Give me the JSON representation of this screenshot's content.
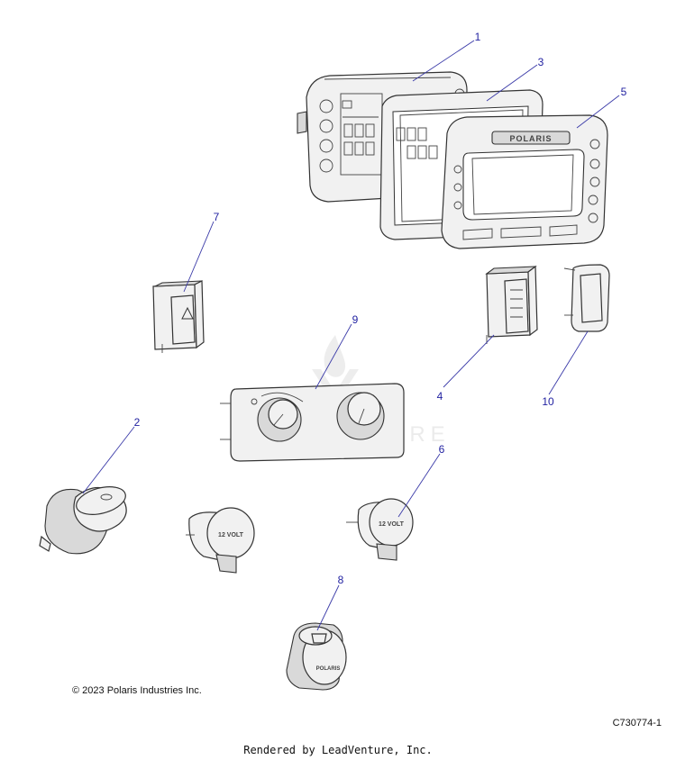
{
  "callouts": [
    "1",
    "2",
    "3",
    "4",
    "5",
    "6",
    "7",
    "8",
    "9",
    "10"
  ],
  "part_markings": {
    "bezel_brand": "POLARIS",
    "outlet_label": "12 VOLT",
    "usb_brand": "POLARIS"
  },
  "watermark": "LEADVENTURE",
  "copyright": "© 2023 Polaris Industries Inc.",
  "drawing_number": "C730774-1",
  "rendered_by": "Rendered by LeadVenture, Inc.",
  "colors": {
    "callout": "#1f1fa0",
    "leader": "#3a3aa8",
    "line_art": "#333333"
  }
}
